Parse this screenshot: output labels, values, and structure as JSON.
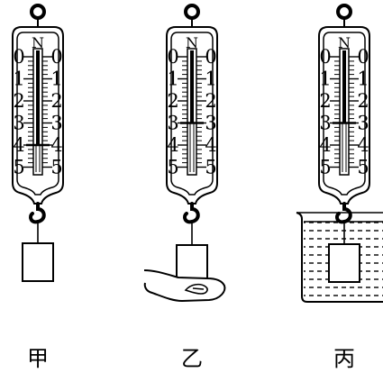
{
  "unit_label": "N",
  "scale_labels": [
    "0",
    "1",
    "2",
    "3",
    "4",
    "5"
  ],
  "scales": [
    {
      "caption": "甲",
      "reading": 4.0,
      "setup": "hanging"
    },
    {
      "caption": "乙",
      "reading": 3.0,
      "setup": "hand"
    },
    {
      "caption": "丙",
      "reading": 3.0,
      "setup": "water"
    }
  ]
}
